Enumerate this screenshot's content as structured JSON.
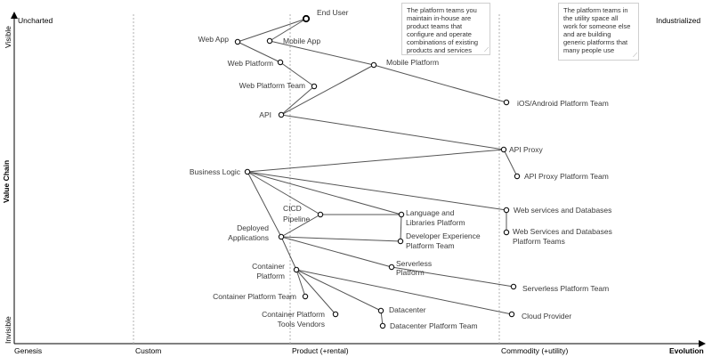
{
  "axes": {
    "y_top": "Visible",
    "y_bottom": "Invisible",
    "y_title": "Value Chain",
    "x_title": "Evolution",
    "stages": [
      "Genesis",
      "Custom",
      "Product (+rental)",
      "Commodity (+utility)"
    ],
    "corner_left": "Uncharted",
    "corner_right": "Industrialized"
  },
  "components": [
    {
      "id": "end_user",
      "label": "End User",
      "anchor": true
    },
    {
      "id": "web_app",
      "label": "Web App"
    },
    {
      "id": "mobile_app",
      "label": "Mobile App"
    },
    {
      "id": "web_platform",
      "label": "Web Platform"
    },
    {
      "id": "mobile_platform",
      "label": "Mobile Platform"
    },
    {
      "id": "web_platform_team",
      "label": "Web Platform Team"
    },
    {
      "id": "ios_android_team",
      "label": "iOS/Android Platform Team"
    },
    {
      "id": "api",
      "label": "API"
    },
    {
      "id": "api_proxy",
      "label": "API Proxy"
    },
    {
      "id": "api_proxy_team",
      "label": "API Proxy Platform Team"
    },
    {
      "id": "business_logic",
      "label": "Business Logic"
    },
    {
      "id": "web_services_db",
      "label": "Web services and Databases"
    },
    {
      "id": "web_services_db_team",
      "label": "Web Services and Databases Platform Teams"
    },
    {
      "id": "cicd",
      "label": "CICD Pipeline"
    },
    {
      "id": "lang_libs",
      "label": "Language and Libraries Platform"
    },
    {
      "id": "dev_exp",
      "label": "Developer Experience Platform Team"
    },
    {
      "id": "deployed_apps",
      "label": "Deployed Applications"
    },
    {
      "id": "serverless",
      "label": "Serverless Platform"
    },
    {
      "id": "serverless_team",
      "label": "Serverless Platform Team"
    },
    {
      "id": "container_platform",
      "label": "Container Platform"
    },
    {
      "id": "container_team",
      "label": "Container Platform Team"
    },
    {
      "id": "container_vendors",
      "label": "Container Platform Tools Vendors"
    },
    {
      "id": "datacenter",
      "label": "Datacenter"
    },
    {
      "id": "datacenter_team",
      "label": "Datacenter Platform Team"
    },
    {
      "id": "cloud_provider",
      "label": "Cloud Provider"
    }
  ],
  "links": [
    [
      "end_user",
      "web_app"
    ],
    [
      "end_user",
      "mobile_app"
    ],
    [
      "web_app",
      "web_platform"
    ],
    [
      "mobile_app",
      "mobile_platform"
    ],
    [
      "web_platform",
      "web_platform_team"
    ],
    [
      "web_platform_team",
      "api"
    ],
    [
      "mobile_platform",
      "api"
    ],
    [
      "mobile_platform",
      "ios_android_team"
    ],
    [
      "api",
      "api_proxy"
    ],
    [
      "api_proxy",
      "api_proxy_team"
    ],
    [
      "business_logic",
      "api_proxy"
    ],
    [
      "business_logic",
      "web_services_db"
    ],
    [
      "business_logic",
      "cicd"
    ],
    [
      "business_logic",
      "lang_libs"
    ],
    [
      "business_logic",
      "deployed_apps"
    ],
    [
      "web_services_db",
      "web_services_db_team"
    ],
    [
      "cicd",
      "lang_libs"
    ],
    [
      "cicd",
      "deployed_apps"
    ],
    [
      "lang_libs",
      "dev_exp"
    ],
    [
      "deployed_apps",
      "dev_exp"
    ],
    [
      "deployed_apps",
      "serverless"
    ],
    [
      "deployed_apps",
      "container_platform"
    ],
    [
      "serverless",
      "serverless_team"
    ],
    [
      "container_platform",
      "container_team"
    ],
    [
      "container_platform",
      "datacenter"
    ],
    [
      "container_platform",
      "cloud_provider"
    ],
    [
      "container_platform",
      "container_vendors"
    ],
    [
      "datacenter",
      "datacenter_team"
    ]
  ],
  "notes": [
    "The platform teams you maintain in-house are product teams that configure and operate combinations of existing products and services",
    "The platform teams in the utility space all work for someone else and are building generic platforms that many people use"
  ]
}
